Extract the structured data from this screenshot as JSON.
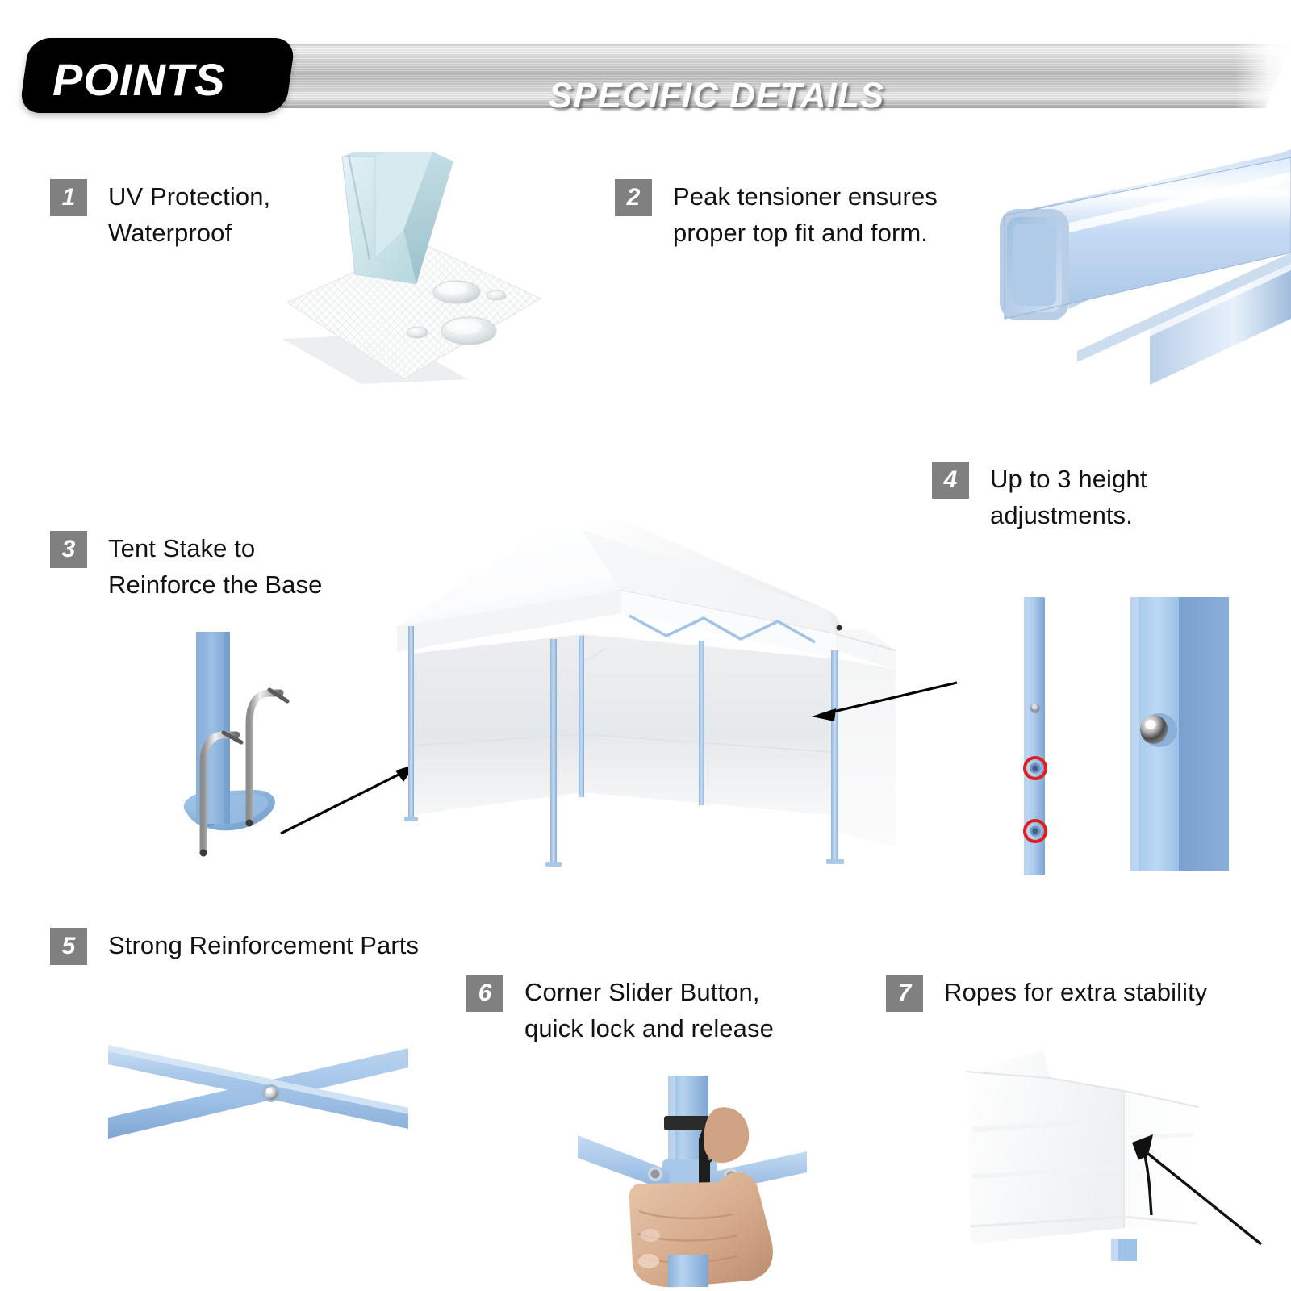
{
  "header": {
    "points_label": "POINTS",
    "banner_title": "SPECIFIC DETAILS"
  },
  "points": [
    {
      "number": "1",
      "text": "UV Protection,\nWaterproof",
      "illustration": "waterproof-fabric-droplets"
    },
    {
      "number": "2",
      "text": "Peak tensioner ensures\nproper top fit and form.",
      "illustration": "square-steel-tube"
    },
    {
      "number": "3",
      "text": "Tent Stake to\nReinforce the Base",
      "illustration": "tent-stake-base-plate"
    },
    {
      "number": "4",
      "text": "Up to 3 height\nadjustments.",
      "illustration": "height-adjustment-poles"
    },
    {
      "number": "5",
      "text": "Strong Reinforcement Parts",
      "illustration": "x-brace-rivet"
    },
    {
      "number": "6",
      "text": "Corner Slider Button,\nquick lock and release",
      "illustration": "hand-slider-button"
    },
    {
      "number": "7",
      "text": "Ropes for extra stability",
      "illustration": "canopy-corner-guy-rope"
    }
  ],
  "colors": {
    "badge_gray": "#808080",
    "text_black": "#121212",
    "frame_blue": "#a8c6e8",
    "frame_blue_dark": "#7fa6cf",
    "arrow_cyan": "#cfe8ee",
    "banner_silver": "#c8c8c8",
    "tag_black": "#000000",
    "marker_red": "#e02020",
    "canopy_white": "#ffffff"
  },
  "main_illustration": {
    "name": "pop-up-canopy-tent",
    "description": "white pop-up canopy tent with light blue frame and three sidewalls"
  }
}
